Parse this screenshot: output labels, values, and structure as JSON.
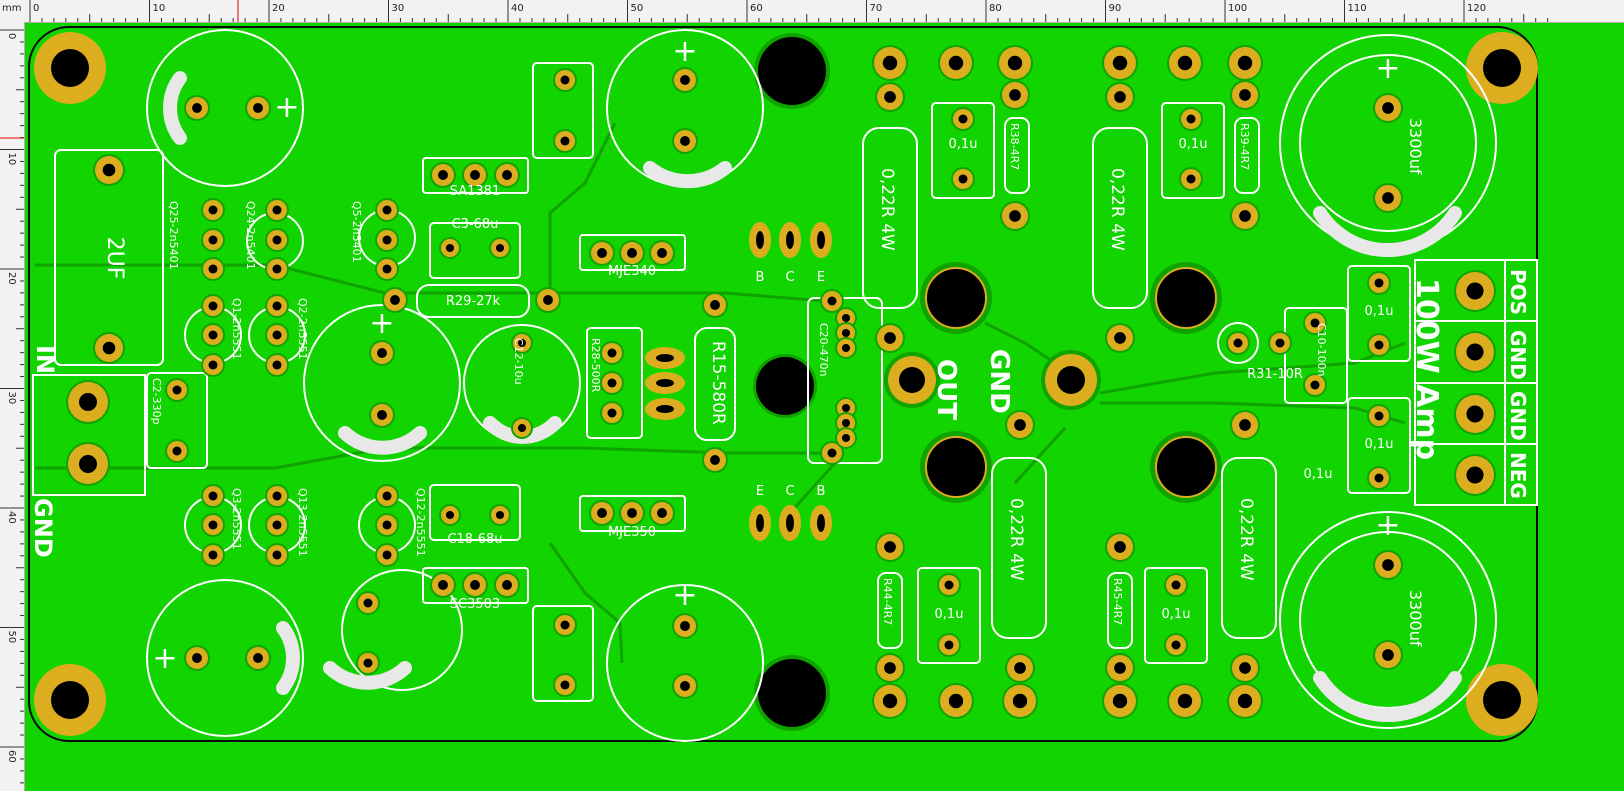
{
  "ruler": {
    "unit": "mm",
    "top_ticks": [
      "0",
      "10",
      "20",
      "30",
      "40",
      "50",
      "60",
      "70",
      "80",
      "90",
      "100",
      "110",
      "120"
    ],
    "left_ticks": [
      "0",
      "10",
      "20",
      "30",
      "40",
      "50",
      "60"
    ]
  },
  "colors": {
    "board": "#12d400",
    "copper": "#dcae1f",
    "silk": "#ffffff",
    "hole": "#000000",
    "trace": "#0fa300",
    "ruler_bg": "#f2f2f2"
  },
  "labels": {
    "in": "IN",
    "gnd_left": "GND",
    "out": "OUT",
    "gnd_center": "GND",
    "pos": "POS",
    "gnd_r1": "GND",
    "gnd_r2": "GND",
    "neg": "NEG",
    "title": "100W Amp",
    "cap_2uf": "2UF",
    "cap_3300_top": "3300uf",
    "cap_3300_bottom": "3300uf",
    "q25": "Q25-2n5401",
    "q24": "Q24-2n5401",
    "q5": "Q5-2n5401",
    "q1": "Q1-2n5551",
    "q2": "Q2-2n5551",
    "q3": "Q3-2n5551",
    "q13": "Q13-2n5551",
    "q12": "Q12-2n5551",
    "c2": "C2-330p",
    "c3": "C3-68u",
    "c18": "C18-68u",
    "c12": "C12-10u",
    "c20": "C20-470n",
    "c10": "C10-100n",
    "r29": "R29-27k",
    "r28": "R28-500R",
    "r15": "R15-580R",
    "r31": "R31-10R",
    "r38": "R38-4R7",
    "r39": "R39-4R7",
    "r44": "R44-4R7",
    "r45": "R45-4R7",
    "sa1381": "SA1381",
    "sc3503": "SC3503",
    "mje340": "MJE340",
    "mje350": "MJE350",
    "res_022_1": "0,22R 4W",
    "res_022_2": "0,22R 4W",
    "res_022_3": "0,22R 4W",
    "res_022_4": "0,22R 4W",
    "cap01_1": "0,1u",
    "cap01_2": "0,1u",
    "cap01_3": "0,1u",
    "cap01_4": "0,1u",
    "cap01_5": "0,1u",
    "cap01_6": "0,1u",
    "cap01_7": "0,1u",
    "pin_b_top": "B",
    "pin_c_top": "C",
    "pin_e_top": "E",
    "pin_e_bot": "E",
    "pin_c_bot": "C",
    "pin_b_bot": "B",
    "plus": "+"
  }
}
